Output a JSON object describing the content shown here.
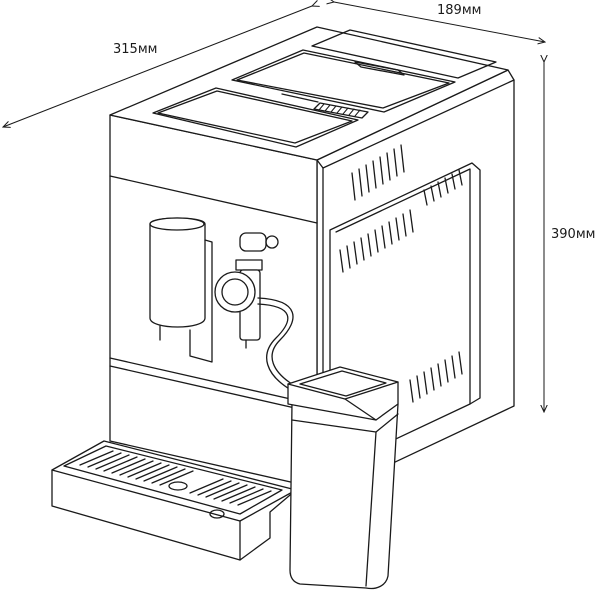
{
  "dimensions": {
    "width_label": "315мм",
    "depth_label": "189мм",
    "height_label": "390мм"
  },
  "colors": {
    "line": "#1a1a1a",
    "background": "#ffffff"
  },
  "icons": {
    "arrowhead": "arrowhead-icon"
  }
}
